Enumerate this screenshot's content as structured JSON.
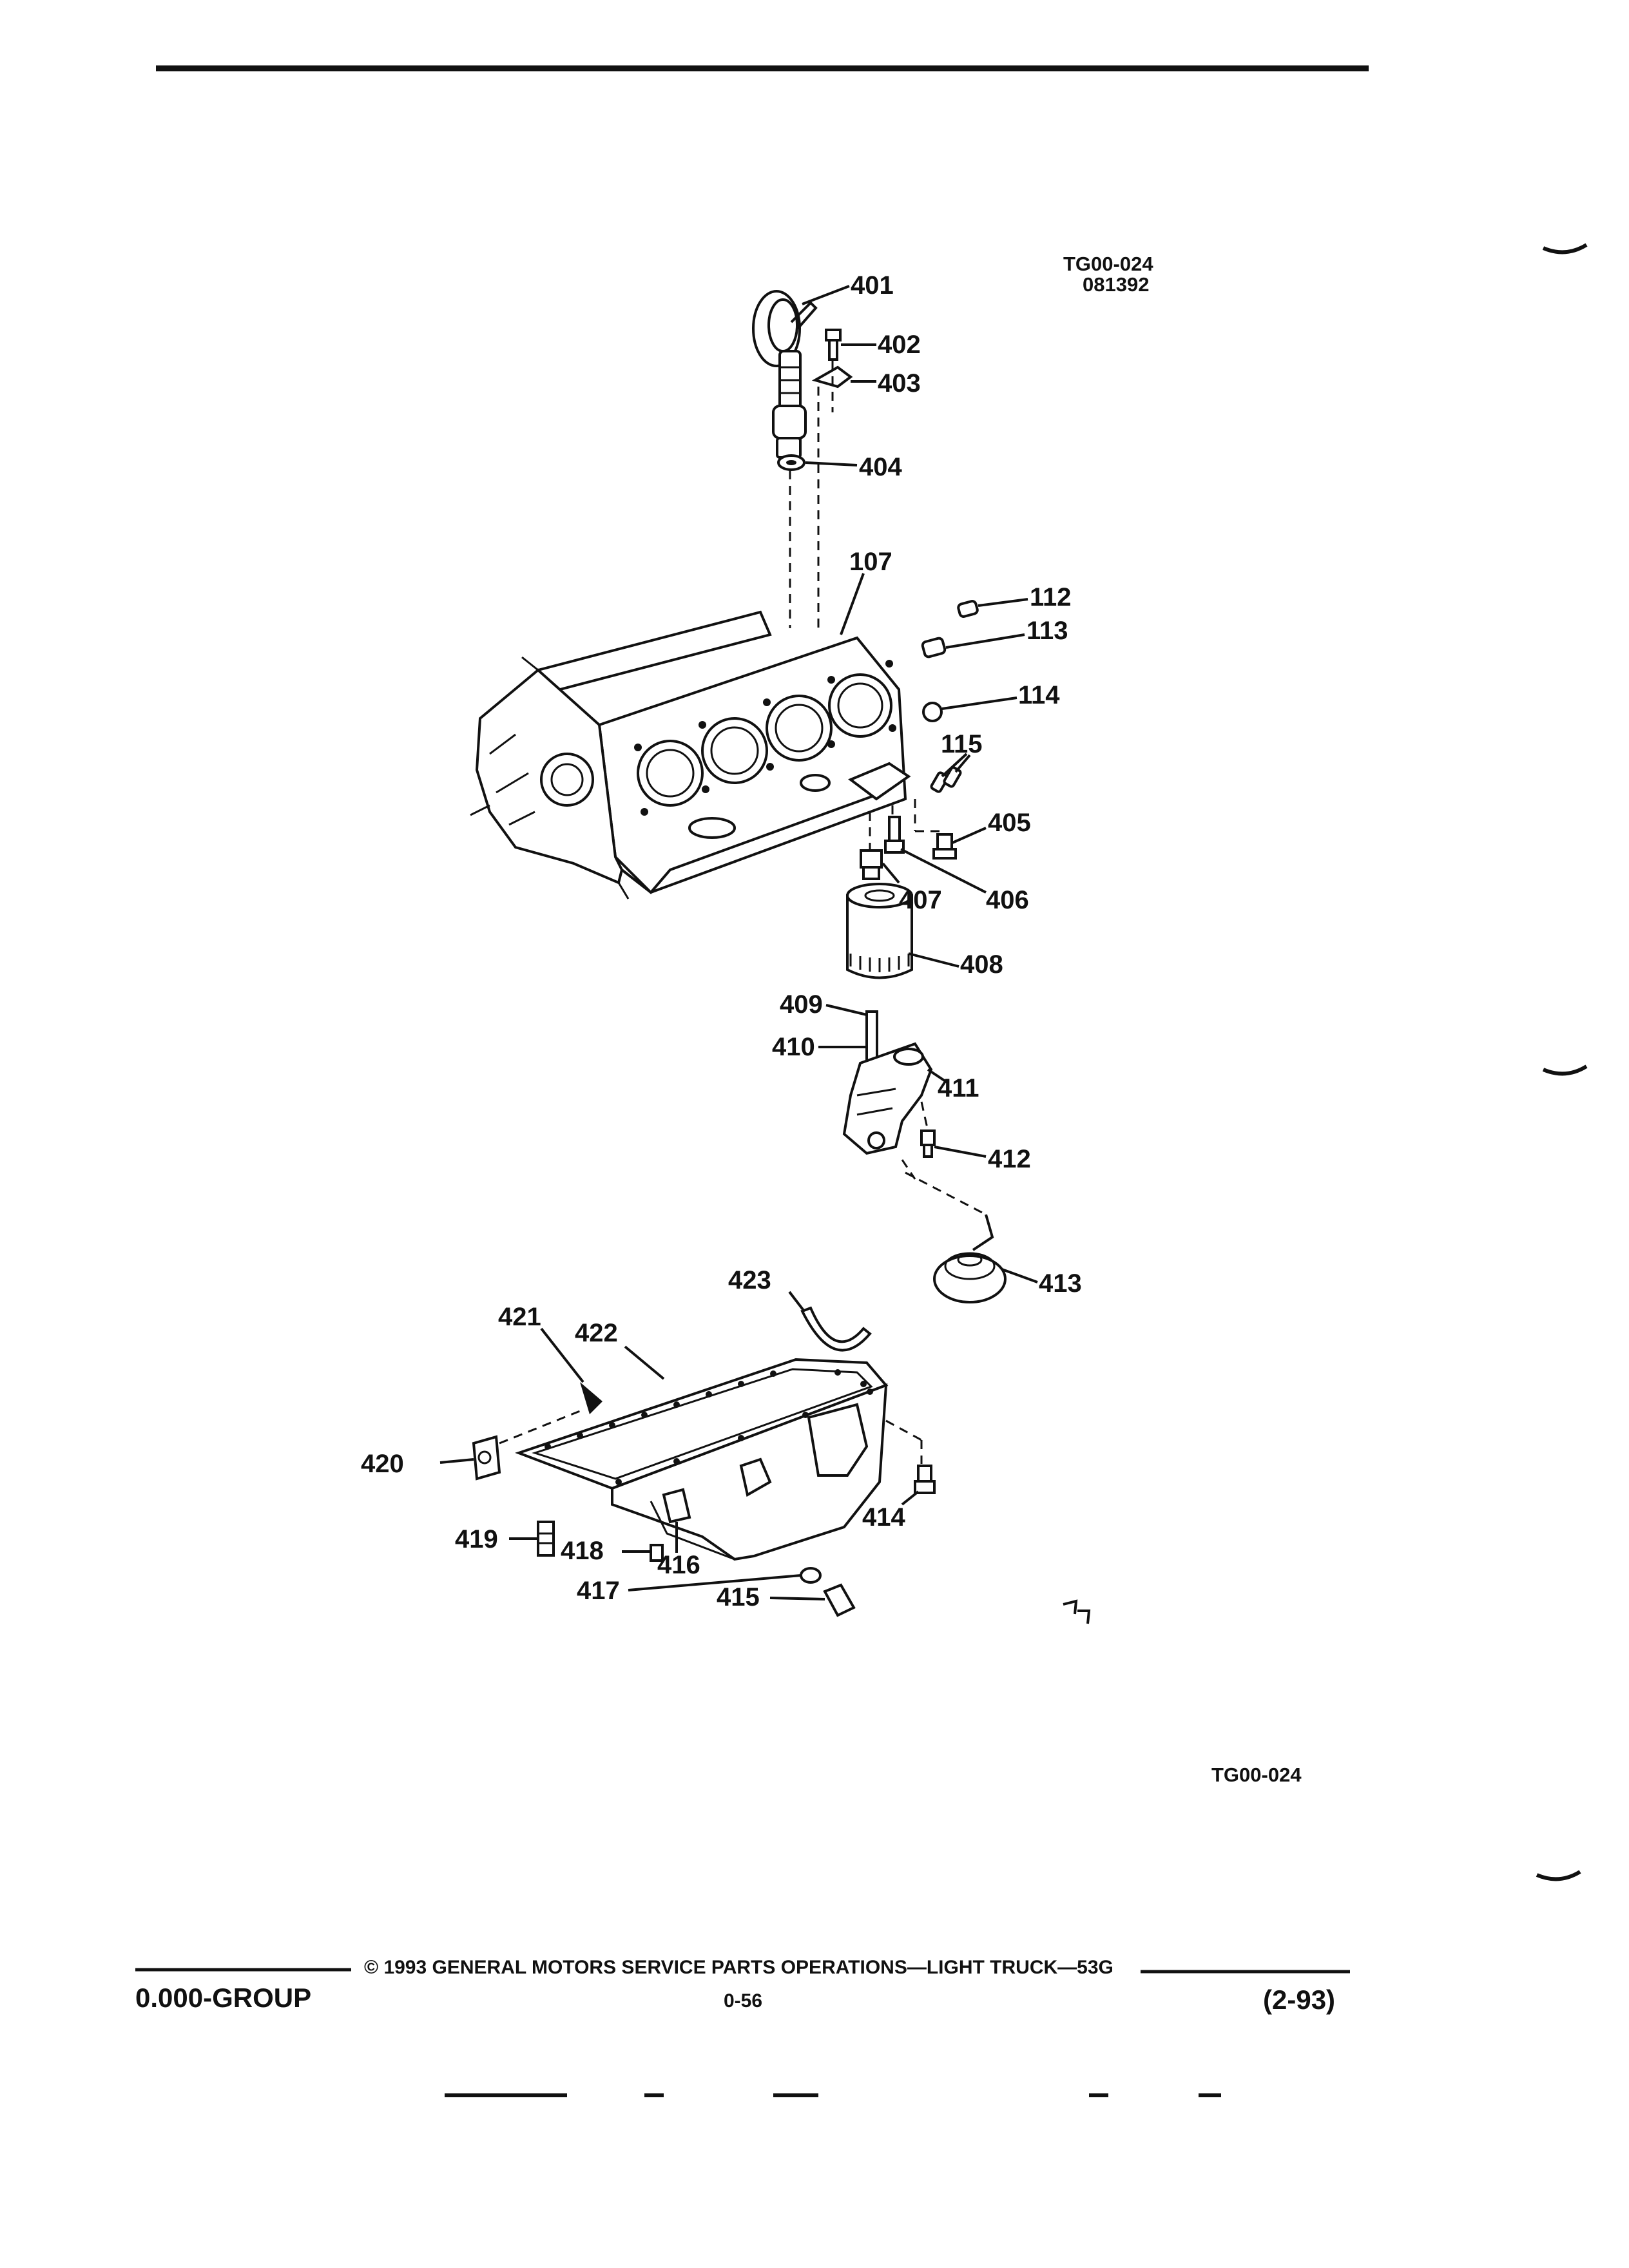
{
  "figure": {
    "code_top": "TG00-024",
    "date_top": "081392",
    "code_bottom": "TG00-024"
  },
  "callouts": [
    {
      "id": "401",
      "text": "401"
    },
    {
      "id": "402",
      "text": "402"
    },
    {
      "id": "403",
      "text": "403"
    },
    {
      "id": "404",
      "text": "404"
    },
    {
      "id": "107",
      "text": "107"
    },
    {
      "id": "112",
      "text": "112"
    },
    {
      "id": "113",
      "text": "113"
    },
    {
      "id": "114",
      "text": "114"
    },
    {
      "id": "115",
      "text": "115"
    },
    {
      "id": "405",
      "text": "405"
    },
    {
      "id": "407",
      "text": "407"
    },
    {
      "id": "406",
      "text": "406"
    },
    {
      "id": "408",
      "text": "408"
    },
    {
      "id": "409",
      "text": "409"
    },
    {
      "id": "410",
      "text": "410"
    },
    {
      "id": "411",
      "text": "411"
    },
    {
      "id": "412",
      "text": "412"
    },
    {
      "id": "413",
      "text": "413"
    },
    {
      "id": "423",
      "text": "423"
    },
    {
      "id": "421",
      "text": "421"
    },
    {
      "id": "422",
      "text": "422"
    },
    {
      "id": "420",
      "text": "420"
    },
    {
      "id": "414",
      "text": "414"
    },
    {
      "id": "419",
      "text": "419"
    },
    {
      "id": "418",
      "text": "418"
    },
    {
      "id": "416",
      "text": "416"
    },
    {
      "id": "417",
      "text": "417"
    },
    {
      "id": "415",
      "text": "415"
    }
  ],
  "footer": {
    "copyright": "© 1993 GENERAL MOTORS SERVICE PARTS OPERATIONS—LIGHT TRUCK—53G",
    "group": "0.000-GROUP",
    "page": "0-56",
    "revision": "(2-93)"
  }
}
